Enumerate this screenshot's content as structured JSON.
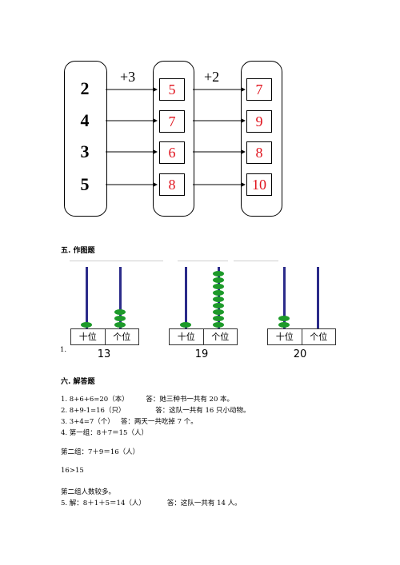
{
  "section5": {
    "diagram": {
      "left": [
        "2",
        "4",
        "3",
        "5"
      ],
      "op1": "+3",
      "mid": [
        "5",
        "7",
        "6",
        "8"
      ],
      "op2": "+2",
      "right": [
        "7",
        "9",
        "8",
        "10"
      ]
    },
    "heading": "五. 作图题",
    "question_num": "1.",
    "abacus": [
      {
        "tens_label": "十位",
        "ones_label": "个位",
        "number": "13",
        "tens_beads": 1,
        "ones_beads": 3
      },
      {
        "tens_label": "十位",
        "ones_label": "个位",
        "number": "19",
        "tens_beads": 1,
        "ones_beads": 9
      },
      {
        "tens_label": "十位",
        "ones_label": "个位",
        "number": "20",
        "tens_beads": 2,
        "ones_beads": 0
      }
    ]
  },
  "section6": {
    "heading": "六. 解答题",
    "lines": [
      "1. 8+6+6=20（本）        答：她三种书一共有 20 本。",
      "2. 8+9-1=16（只）              答：这队一共有 16 只小动物。",
      "3. 3+4=7（个）   答：两天一共吃掉 7 个。",
      "4. 第一组：8＋7＝15（人）",
      "第二组：7＋9＝16（人）",
      "16>15",
      "第二组人数较多。",
      "5. 解：8＋1＋5＝14（人）          答：这队一共有 14 人。"
    ]
  }
}
